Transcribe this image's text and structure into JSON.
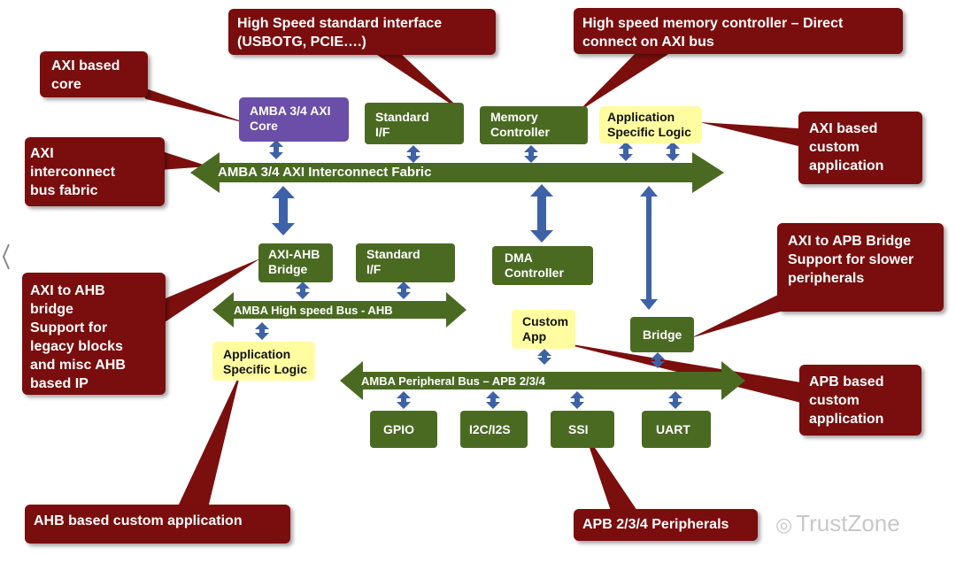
{
  "colors": {
    "callout_fill": "#7a0f0d",
    "block_fill": "#4a6a22",
    "purple_fill": "#6a4ea8",
    "yellow_fill": "#fffda0",
    "arrow_blue": "#3d62a8"
  },
  "callouts": {
    "axi_core": "AXI based\ncore",
    "high_speed_if": "High Speed standard interface\n(USBOTG, PCIE….)",
    "mem_ctrl": "High speed memory controller – Direct\nconnect on AXI bus",
    "axi_fabric": "AXI\ninterconnect\nbus fabric",
    "axi_custom": "AXI based\ncustom\napplication",
    "axi_apb": "AXI to APB Bridge\nSupport for slower\nperipherals",
    "axi_ahb": "AXI to AHB\nbridge\nSupport for\nlegacy blocks\nand misc AHB\nbased IP",
    "apb_custom": "APB based\ncustom\napplication",
    "ahb_custom": "AHB based custom application",
    "apb_periph": "APB 2/3/4 Peripherals"
  },
  "blocks": {
    "axi_core": "AMBA 3/4 AXI\nCore",
    "std_if_top": "Standard\nI/F",
    "mem_ctrl": "Memory\nController",
    "app_logic_top": "Application\nSpecific Logic",
    "axi_ahb": "AXI-AHB\nBridge",
    "std_if_mid": "Standard\nI/F",
    "dma": "DMA\nController",
    "custom_app": "Custom\nApp",
    "bridge": "Bridge",
    "app_logic_ahb": "Application\nSpecific Logic",
    "gpio": "GPIO",
    "i2c": "I2C/I2S",
    "ssi": "SSI",
    "uart": "UART"
  },
  "buses": {
    "axi": "AMBA 3/4 AXI Interconnect Fabric",
    "ahb": "AMBA High speed Bus - AHB",
    "apb": "AMBA Peripheral Bus – APB 2/3/4"
  },
  "watermark": "TrustZone"
}
